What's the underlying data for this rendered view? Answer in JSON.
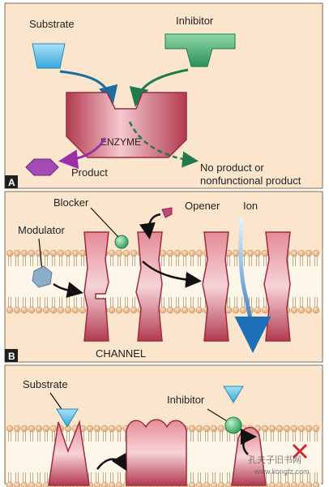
{
  "panel_a": {
    "tag": "A",
    "substrate": "Substrate",
    "inhibitor": "Inhibitor",
    "enzyme": "ENZYME",
    "product": "Product",
    "no_product_line1": "No product or",
    "no_product_line2": "nonfunctional product"
  },
  "panel_b": {
    "tag": "B",
    "blocker": "Blocker",
    "opener": "Opener",
    "ion": "Ion",
    "modulator": "Modulator",
    "channel": "CHANNEL"
  },
  "panel_c": {
    "substrate": "Substrate",
    "inhibitor": "Inhibitor",
    "watermark_cn": "孔夫子旧书网",
    "watermark_url": "www.kongfz.com"
  },
  "colors": {
    "panel_bg": "#fbe6cd",
    "enzyme_red": "#c9445a",
    "substrate_blue": "#5bbde8",
    "inhibitor_green": "#3aa86b",
    "product_purple": "#9b3fa8",
    "arrow_teal": "#1a6fa0",
    "ion_blue": "#3a87c6",
    "lipid_head": "#e9b98c",
    "tag_bg": "#1f1f1f"
  },
  "icons": [
    "substrate-trapezoid-icon",
    "inhibitor-t-shape-icon",
    "product-hexagon-icon",
    "blocker-ball-icon",
    "opener-icon",
    "modulator-icon",
    "red-x-icon"
  ]
}
